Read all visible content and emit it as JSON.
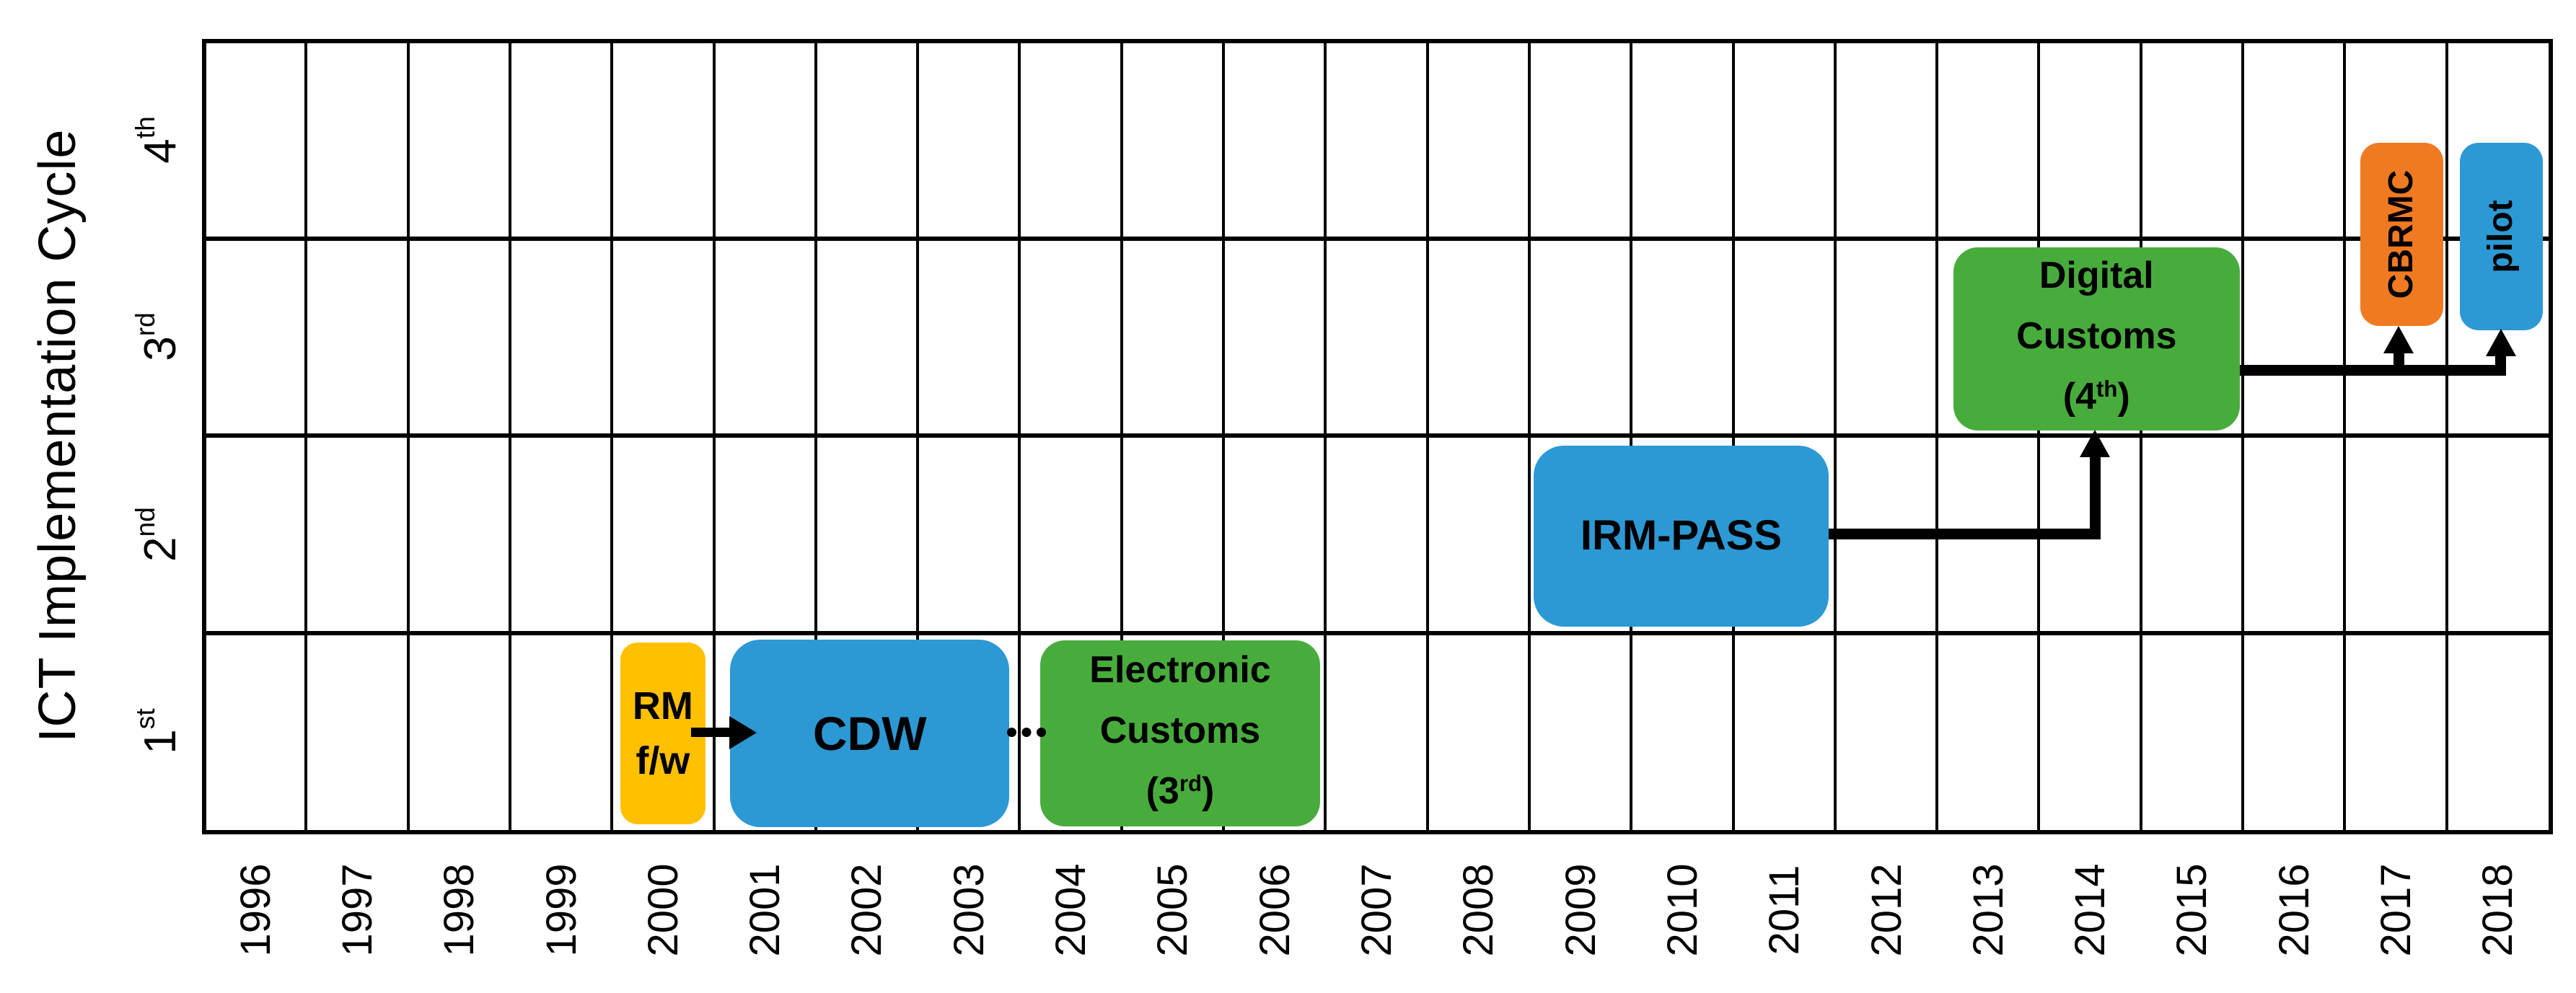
{
  "chart_data": {
    "type": "timeline-gantt",
    "title": "",
    "xlabel": "",
    "ylabel": "ICT Implementation Cycle",
    "x_range": [
      1996,
      2019
    ],
    "grid": "on",
    "y_axis": {
      "title": "ICT Implementation Cycle",
      "rows": [
        [
          {
            "t": "1"
          },
          {
            "t": "st",
            "sup": true
          }
        ],
        [
          {
            "t": "2"
          },
          {
            "t": "nd",
            "sup": true
          }
        ],
        [
          {
            "t": "3"
          },
          {
            "t": "rd",
            "sup": true
          }
        ],
        [
          {
            "t": "4"
          },
          {
            "t": "th",
            "sup": true
          }
        ]
      ]
    },
    "x_axis": {
      "years": [
        "1996",
        "1997",
        "1998",
        "1999",
        "2000",
        "2001",
        "2002",
        "2003",
        "2004",
        "2005",
        "2006",
        "2007",
        "2008",
        "2009",
        "2010",
        "2011",
        "2012",
        "2013",
        "2014",
        "2015",
        "2016",
        "2017",
        "2018"
      ]
    },
    "colors": {
      "yellow": "#FFC000",
      "blue": "#2C99D4",
      "green": "#48AC3C",
      "orange": "#F07A22",
      "line": "#000000"
    },
    "boxes": [
      {
        "id": "rm-fw",
        "color": "yellow",
        "year_start": 2000.08,
        "year_end": 2000.92,
        "cycle_center": 0.49,
        "cycle_height": 0.92,
        "radius": 24,
        "font": 54,
        "line_height": 76,
        "lines": [
          [
            {
              "t": "RM"
            }
          ],
          [
            {
              "t": "f/w"
            }
          ]
        ]
      },
      {
        "id": "cdw",
        "color": "blue",
        "year_start": 2001.16,
        "year_end": 2003.9,
        "cycle_center": 0.49,
        "cycle_height": 0.95,
        "radius": 42,
        "font": 66,
        "line_height": 80,
        "lines": [
          [
            {
              "t": "CDW"
            }
          ]
        ]
      },
      {
        "id": "electronic-customs",
        "color": "green",
        "year_start": 2004.2,
        "year_end": 2006.95,
        "cycle_center": 0.49,
        "cycle_height": 0.94,
        "radius": 34,
        "font": 52,
        "line_height": 84,
        "lines": [
          [
            {
              "t": "Electronic"
            }
          ],
          [
            {
              "t": "Customs"
            }
          ],
          [
            {
              "t": "(3"
            },
            {
              "t": "rd",
              "sup": true
            },
            {
              "t": ")"
            }
          ]
        ]
      },
      {
        "id": "irm-pass",
        "color": "blue",
        "year_start": 2009.04,
        "year_end": 2011.94,
        "cycle_center": 1.49,
        "cycle_height": 0.92,
        "radius": 42,
        "font": 58,
        "line_height": 80,
        "lines": [
          [
            {
              "t": "IRM-PASS"
            }
          ]
        ]
      },
      {
        "id": "digital-customs",
        "color": "green",
        "year_start": 2013.16,
        "year_end": 2015.97,
        "cycle_center": 2.49,
        "cycle_height": 0.93,
        "radius": 34,
        "font": 52,
        "line_height": 84,
        "lines": [
          [
            {
              "t": "Digital"
            }
          ],
          [
            {
              "t": "Customs"
            }
          ],
          [
            {
              "t": "(4"
            },
            {
              "t": "th",
              "sup": true
            },
            {
              "t": ")"
            }
          ]
        ]
      },
      {
        "id": "cbrmc",
        "color": "orange",
        "year_start": 2017.15,
        "year_end": 2017.97,
        "cycle_center": 3.02,
        "cycle_height": 0.93,
        "radius": 26,
        "font": 48,
        "vertical": true,
        "lines": [
          [
            {
              "t": "CBRMC"
            }
          ]
        ]
      },
      {
        "id": "pilot",
        "color": "blue",
        "year_start": 2018.13,
        "year_end": 2018.94,
        "cycle_center": 3.01,
        "cycle_height": 0.95,
        "radius": 26,
        "font": 48,
        "vertical": true,
        "lines": [
          [
            {
              "t": "pilot"
            }
          ]
        ]
      }
    ],
    "arrows": [
      {
        "id": "rm-to-cdw",
        "type": "arrow-right",
        "from": "rm-fw",
        "to": "cdw",
        "year_tail": 2000.78,
        "year_tip": 2001.42,
        "cycle_y": 0.495
      },
      {
        "id": "cdw-to-electronic",
        "type": "dots-right",
        "from": "cdw",
        "to": "electronic-customs",
        "year_tail": 2003.88,
        "year_tip": 2004.26,
        "cycle_y": 0.495
      },
      {
        "id": "irm-to-digital",
        "type": "elbow-up",
        "from": "irm-pass",
        "to": "digital-customs",
        "year_start": 2011.94,
        "cycle_y": 1.5,
        "turn_year": 2014.55,
        "tip_cycle": 2.03
      },
      {
        "id": "digital-to-cbrmc-pilot",
        "type": "branch-up",
        "from": "digital-customs",
        "to": "cbrmc, pilot",
        "year_start": 2015.97,
        "cycle_y": 2.33,
        "branches": [
          {
            "to": "cbrmc",
            "year": 2017.53,
            "tip_cycle": 2.555
          },
          {
            "to": "pilot",
            "year": 2018.53,
            "tip_cycle": 2.54
          }
        ]
      }
    ]
  }
}
